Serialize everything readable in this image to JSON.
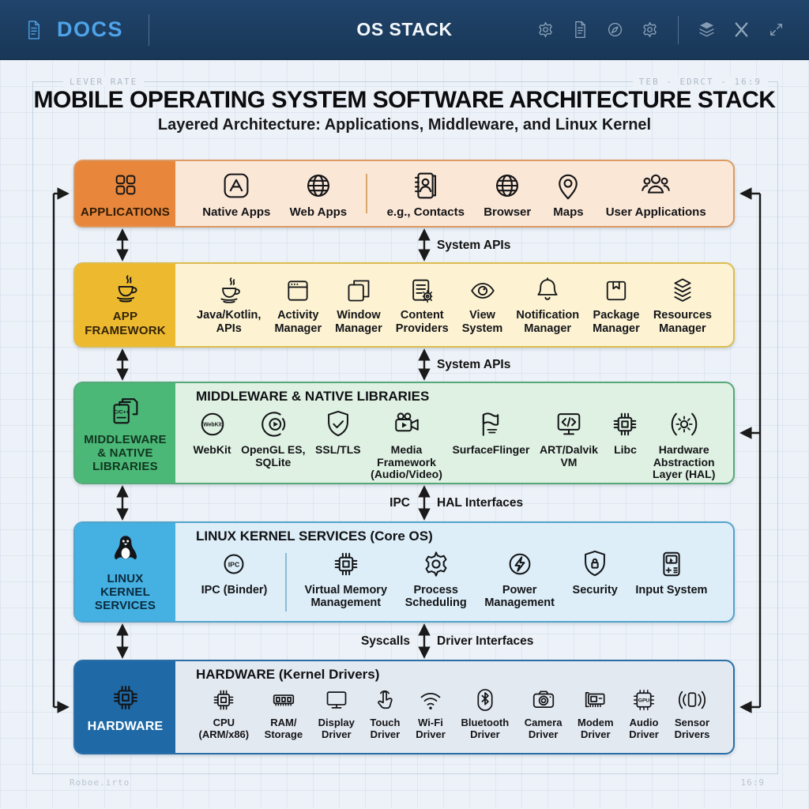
{
  "topbar": {
    "brand": "DOCS",
    "brand_icon": "document-icon",
    "title": "OS STACK",
    "right_icons": [
      "settings-icon",
      "file-icon",
      "compass-icon",
      "settings-icon",
      "layers-icon",
      "x-icon",
      "fullscreen-icon"
    ],
    "accent": "#4EA3E9",
    "bg": "#1C3C5E"
  },
  "frame": {
    "top_left": "LEVER RATE",
    "top_right": "TEB - EDRCT - 16:9",
    "bottom_left": "Roboe.irto",
    "bottom_right": "16:9"
  },
  "header": {
    "title": "MOBILE OPERATING SYSTEM SOFTWARE ARCHITECTURE STACK",
    "subtitle": "Layered Architecture: Applications, Middleware, and Linux Kernel"
  },
  "connectors": [
    {
      "labels": [
        "System APIs"
      ]
    },
    {
      "labels": [
        "System APIs"
      ]
    },
    {
      "labels": [
        "IPC",
        "HAL Interfaces"
      ]
    },
    {
      "labels": [
        "Syscalls",
        "Driver Interfaces"
      ]
    }
  ],
  "arrow_color": "#1A1A1A",
  "layers": [
    {
      "id": "applications",
      "label": "APPLICATIONS",
      "label_icon": "apps-grid-icon",
      "colors": {
        "label_bg": "#E8873B",
        "label_text": "#2E1A05",
        "content_bg": "#FBE7D6",
        "border": "#DB9A63"
      },
      "items": [
        {
          "label": "Native Apps",
          "icon": "app-store-icon"
        },
        {
          "label": "Web Apps",
          "icon": "globe-icon"
        },
        {
          "divider": true
        },
        {
          "label": "e.g., Contacts",
          "icon": "contacts-icon"
        },
        {
          "label": "Browser",
          "icon": "globe-icon"
        },
        {
          "label": "Maps",
          "icon": "map-pin-icon"
        },
        {
          "label": "User Applications",
          "icon": "users-icon"
        }
      ]
    },
    {
      "id": "app-framework",
      "label": "APP\nFRAMEWORK",
      "label_icon": "java-icon",
      "colors": {
        "label_bg": "#EDBA2F",
        "label_text": "#33230A",
        "content_bg": "#FDF3D3",
        "border": "#DDBC4F"
      },
      "items": [
        {
          "label": "Java/Kotlin,\nAPIs",
          "icon": "java-icon"
        },
        {
          "label": "Activity\nManager",
          "icon": "window-icon"
        },
        {
          "label": "Window\nManager",
          "icon": "windows-overlap-icon"
        },
        {
          "label": "Content\nProviders",
          "icon": "doc-gear-icon"
        },
        {
          "label": "View\nSystem",
          "icon": "eye-icon"
        },
        {
          "label": "Notification\nManager",
          "icon": "bell-icon"
        },
        {
          "label": "Package\nManager",
          "icon": "package-icon"
        },
        {
          "label": "Resources\nManager",
          "icon": "layers-stack-icon"
        }
      ]
    },
    {
      "id": "middleware",
      "label": "MIDDLEWARE\n& NATIVE\nLIBRARIES",
      "label_icon": "cpp-files-icon",
      "label_icon_text": "C/C++",
      "content_title": "MIDDLEWARE & NATIVE LIBRARIES",
      "colors": {
        "label_bg": "#4BB878",
        "label_text": "#11361F",
        "content_bg": "#DFF1E3",
        "border": "#56A878"
      },
      "items": [
        {
          "label": "WebKit",
          "icon": "webkit-icon",
          "icon_text": "WebKit"
        },
        {
          "label": "OpenGL ES,\nSQLite",
          "icon": "opengl-icon"
        },
        {
          "label": "SSL/TLS",
          "icon": "shield-check-icon"
        },
        {
          "label": "Media\nFramework\n(Audio/Video)",
          "icon": "video-camera-icon"
        },
        {
          "label": "SurfaceFlinger",
          "icon": "surfaceflinger-icon"
        },
        {
          "label": "ART/Dalvik\nVM",
          "icon": "monitor-code-icon"
        },
        {
          "label": "Libc",
          "icon": "chip-icon"
        },
        {
          "label": "Hardware\nAbstraction\nLayer (HAL)",
          "icon": "hal-icon"
        }
      ]
    },
    {
      "id": "linux-kernel",
      "label": "LINUX\nKERNEL\nSERVICES",
      "label_icon": "tux-icon",
      "content_title": "LINUX KERNEL SERVICES (Core OS)",
      "colors": {
        "label_bg": "#45B0E2",
        "label_text": "#0B2A3D",
        "content_bg": "#DDEEF8",
        "border": "#54A3CB"
      },
      "items": [
        {
          "label": "IPC (Binder)",
          "icon": "ipc-icon",
          "icon_text": "IPC"
        },
        {
          "divider": true
        },
        {
          "label": "Virtual Memory\nManagement",
          "icon": "chip-icon"
        },
        {
          "label": "Process\nScheduling",
          "icon": "gear-icon"
        },
        {
          "label": "Power\nManagement",
          "icon": "power-icon"
        },
        {
          "label": "Security",
          "icon": "shield-lock-icon"
        },
        {
          "label": "Input System",
          "icon": "input-icon"
        }
      ]
    },
    {
      "id": "hardware",
      "label": "HARDWARE",
      "label_icon": "chip-icon",
      "content_title": "HARDWARE (Kernel Drivers)",
      "colors": {
        "label_bg": "#1F6AA6",
        "label_text": "#FFFFFF",
        "label_icon_color": "#0D2841",
        "content_bg": "#E3E9F0",
        "border": "#2A6EA6"
      },
      "items": [
        {
          "label": "CPU\n(ARM/x86)",
          "icon": "cpu-icon"
        },
        {
          "label": "RAM/\nStorage",
          "icon": "ram-icon"
        },
        {
          "label": "Display\nDriver",
          "icon": "monitor-icon"
        },
        {
          "label": "Touch\nDriver",
          "icon": "touch-icon"
        },
        {
          "label": "Wi-Fi\nDriver",
          "icon": "wifi-icon"
        },
        {
          "label": "Bluetooth\nDriver",
          "icon": "bluetooth-icon"
        },
        {
          "label": "Camera\nDriver",
          "icon": "camera-icon"
        },
        {
          "label": "Modem\nDriver",
          "icon": "modem-icon"
        },
        {
          "label": "Audio\nDriver",
          "icon": "gpu-icon",
          "icon_text": "GPU"
        },
        {
          "label": "Sensor\nDrivers",
          "icon": "sensor-icon"
        }
      ]
    }
  ]
}
